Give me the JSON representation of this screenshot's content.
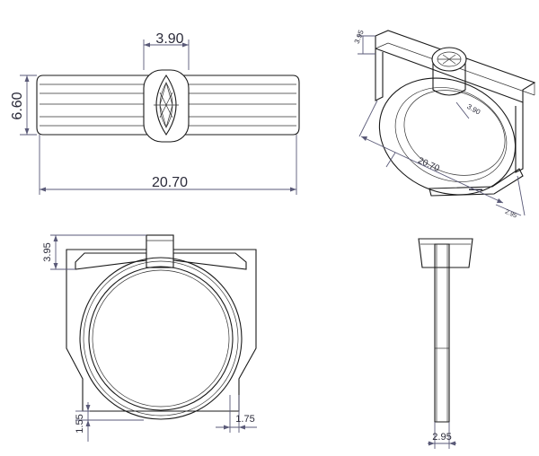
{
  "colors": {
    "line": "#1a1a1a",
    "dimension": "#5a5a78",
    "text": "#2b2b3a",
    "background": "#ffffff"
  },
  "dimensions": {
    "top_view": {
      "stone_width": "3.90",
      "band_height": "6.60",
      "overall_width": "20.70"
    },
    "isometric_view": {
      "top_height": "3.95",
      "inner_width": "20.70",
      "side_width": "2.95",
      "gem": "3.90"
    },
    "front_view": {
      "top_height": "3.95",
      "bottom_thickness": "1.55",
      "side_thickness": "1.75"
    },
    "side_view": {
      "band_width": "2.95"
    }
  }
}
